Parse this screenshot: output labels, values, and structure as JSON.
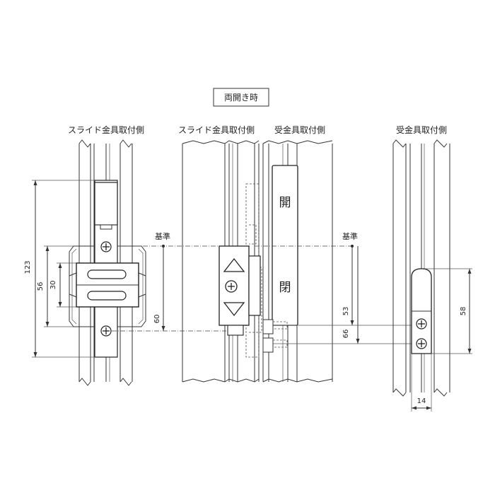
{
  "title": "両開き時",
  "headers": {
    "left": "スライド金具取付側",
    "middle_left": "スライド金具取付側",
    "middle_right": "受金具取付側",
    "right": "受金具取付側"
  },
  "datum_labels": {
    "left": "基準",
    "right": "基準"
  },
  "plate_characters": {
    "top": "開",
    "bottom": "閉"
  },
  "dimensions": {
    "d123": "123",
    "d56": "56",
    "d30": "30",
    "d60": "60",
    "d53": "53",
    "d66": "66",
    "d58": "58",
    "d14": "14"
  }
}
